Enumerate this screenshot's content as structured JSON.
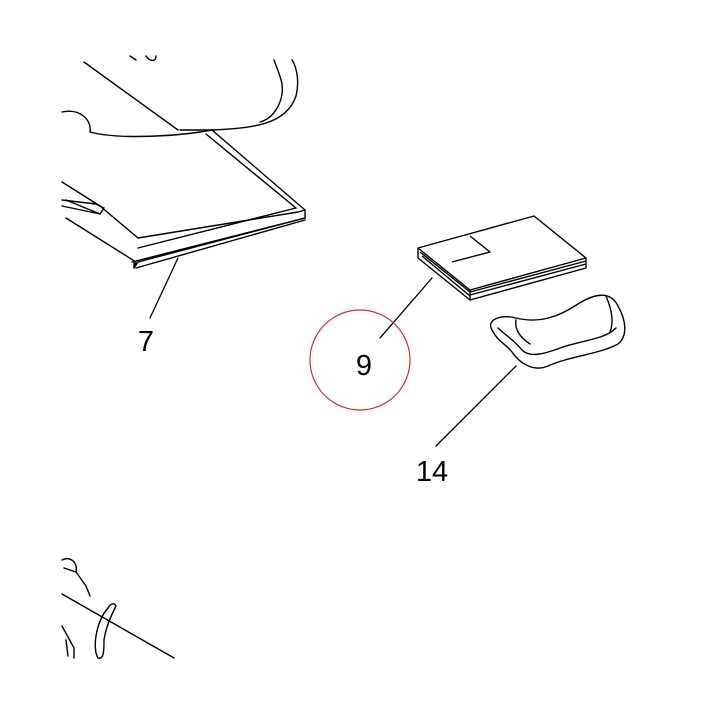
{
  "diagram": {
    "callouts": [
      {
        "id": "part-7",
        "label": "7"
      },
      {
        "id": "part-9",
        "label": "9"
      },
      {
        "id": "part-14",
        "label": "14"
      }
    ],
    "highlighted_callout": "9",
    "colors": {
      "line": "#000000",
      "highlight_circle": "#c8323c",
      "background": "#ffffff"
    }
  }
}
